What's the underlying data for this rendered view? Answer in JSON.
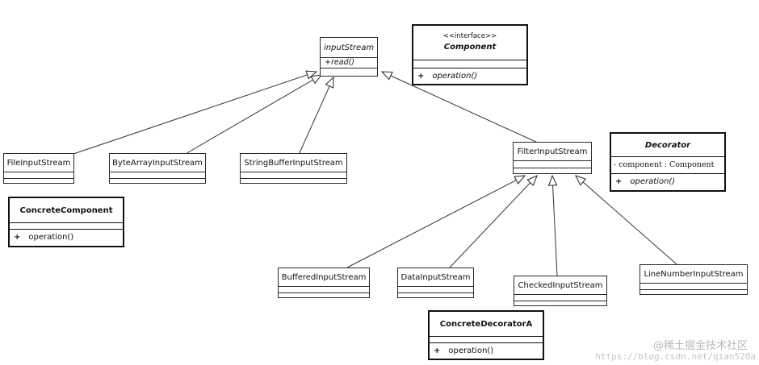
{
  "classes": {
    "input_stream": {
      "name": "inputStream",
      "method": "+read()"
    },
    "component": {
      "stereotype": "<<interface>>",
      "name": "Component",
      "op_marker": "+",
      "op": "operation()"
    },
    "file_input_stream": {
      "name": "FileInputStream"
    },
    "byte_array_input_stream": {
      "name": "ByteArrayInputStream"
    },
    "string_buffer_input_stream": {
      "name": "StringBufferInputStream"
    },
    "filter_input_stream": {
      "name": "FilterInputStream"
    },
    "decorator": {
      "name": "Decorator",
      "attr": "- component : Component",
      "op_marker": "+",
      "op": "operation()"
    },
    "concrete_component": {
      "name": "ConcreteComponent",
      "op_marker": "+",
      "op": "operation()"
    },
    "buffered_input_stream": {
      "name": "BufferedInputStream"
    },
    "data_input_stream": {
      "name": "DataInputStream"
    },
    "checked_input_stream": {
      "name": "CheckedInputStream"
    },
    "line_number_input_stream": {
      "name": "LineNumberInputStream"
    },
    "concrete_decorator_a": {
      "name": "ConcreteDecoratorA",
      "op_marker": "+",
      "op": "operation()"
    }
  },
  "watermark": {
    "text": "@稀土掘金技术社区",
    "url": "https://blog.csdn.net/qian520a"
  }
}
